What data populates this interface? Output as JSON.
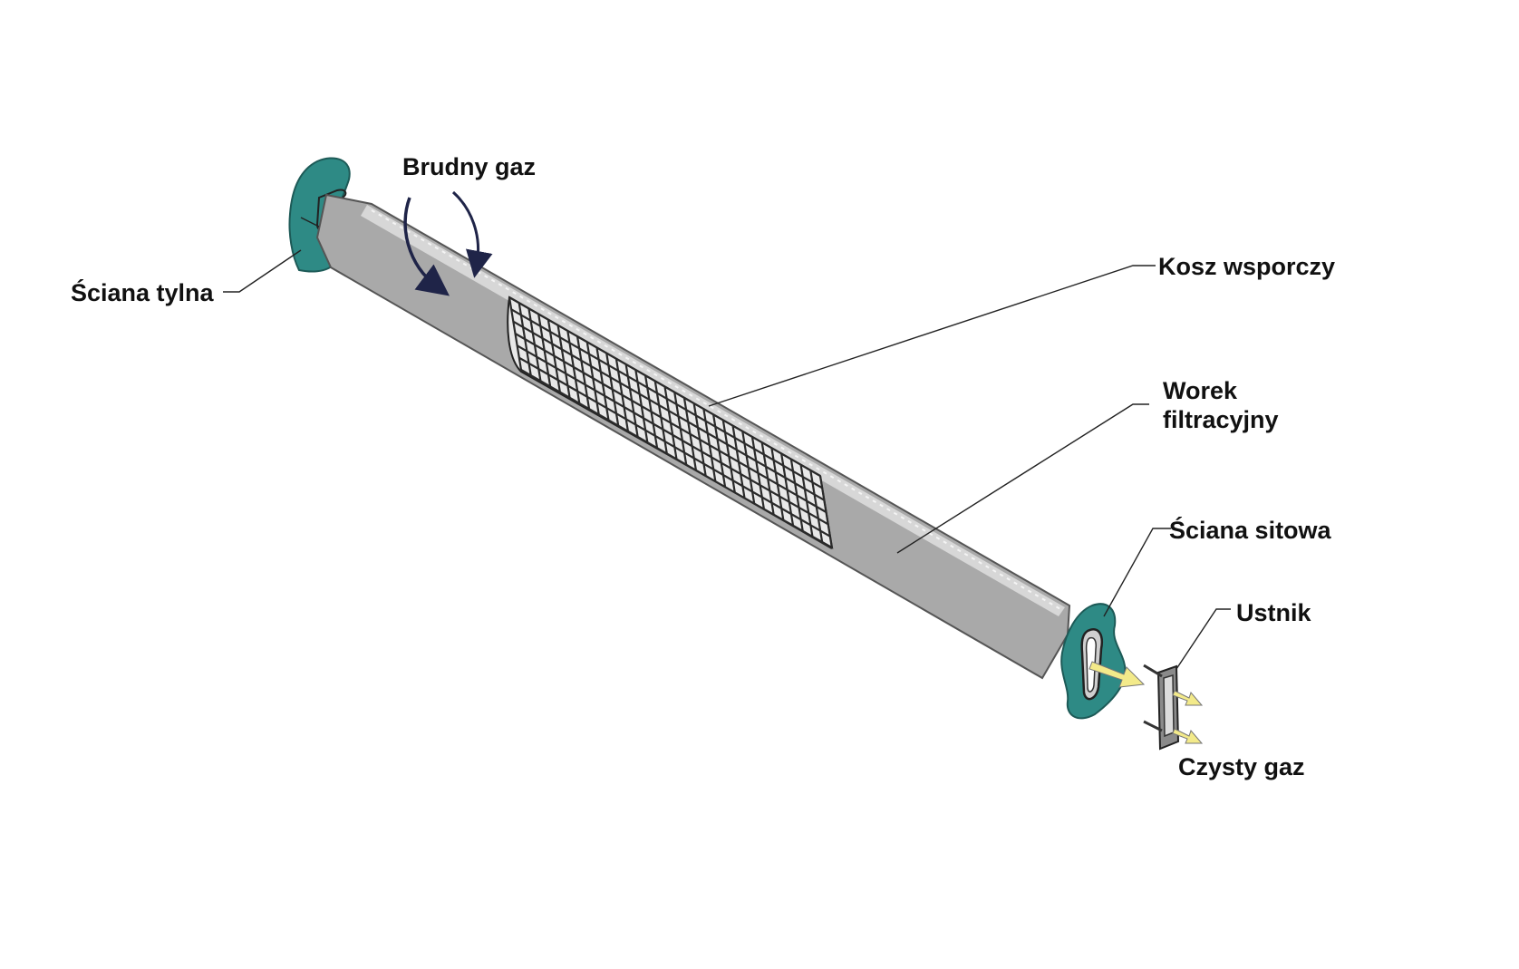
{
  "labels": {
    "dirty_gas": "Brudny gaz",
    "back_wall": "Ściana tylna",
    "support_cage": "Kosz wsporczy",
    "filter_bag_line1": "Worek",
    "filter_bag_line2": "filtracyjny",
    "tube_sheet": "Ściana sitowa",
    "nozzle": "Ustnik",
    "clean_gas": "Czysty gaz"
  },
  "colors": {
    "plate": "#2e8a85",
    "bag": "#a9a9a9",
    "mesh": "#2a2a2a",
    "dirty_arrow": "#1f2448",
    "clean_arrow": "#f3ea8a"
  }
}
